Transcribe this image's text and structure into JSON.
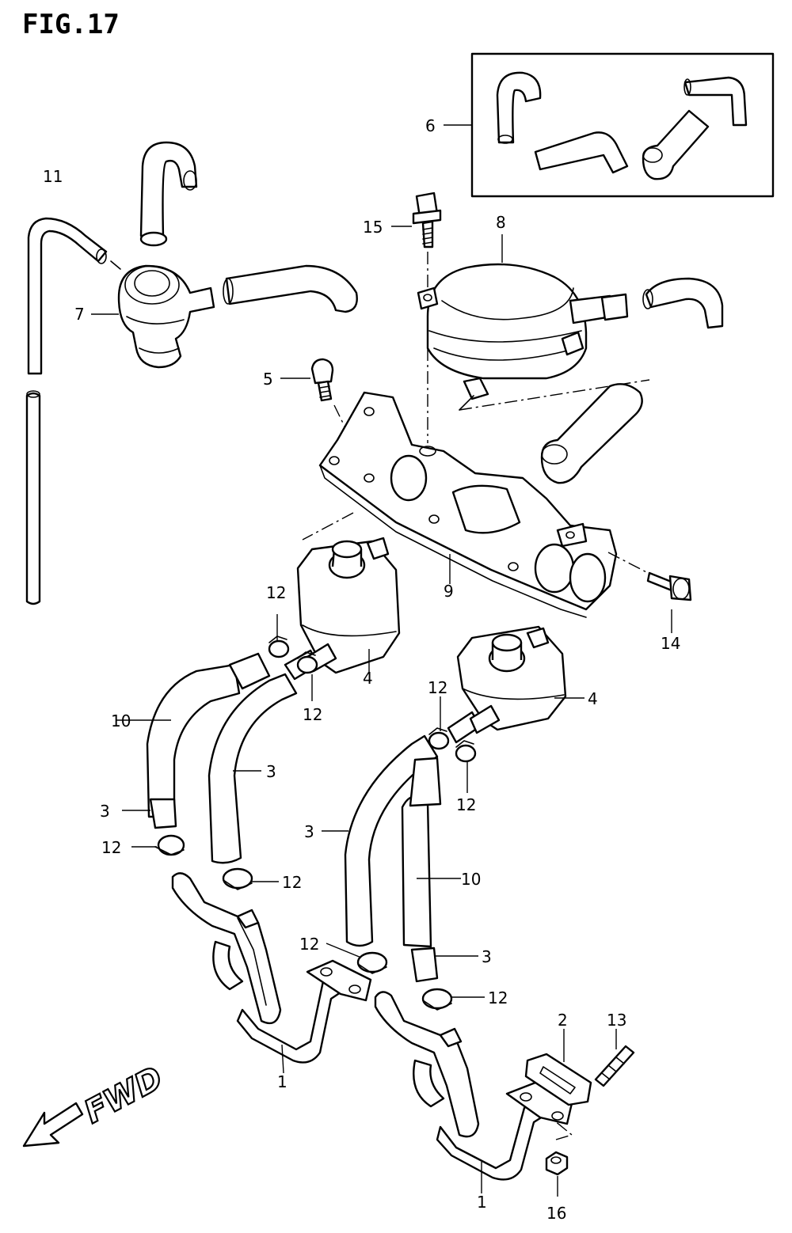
{
  "figure": {
    "title": "FIG.17"
  },
  "direction": {
    "label": "FWD"
  },
  "callouts": {
    "c1a": "1",
    "c1b": "1",
    "c2": "2",
    "c3a": "3",
    "c3b": "3",
    "c3c": "3",
    "c3d": "3",
    "c4a": "4",
    "c4b": "4",
    "c5": "5",
    "c6": "6",
    "c7": "7",
    "c8": "8",
    "c9": "9",
    "c10a": "10",
    "c10b": "10",
    "c11": "11",
    "c12a": "12",
    "c12b": "12",
    "c12c": "12",
    "c12d": "12",
    "c12e": "12",
    "c12f": "12",
    "c12g": "12",
    "c12h": "12",
    "c13": "13",
    "c14": "14",
    "c15": "15",
    "c16": "16"
  }
}
